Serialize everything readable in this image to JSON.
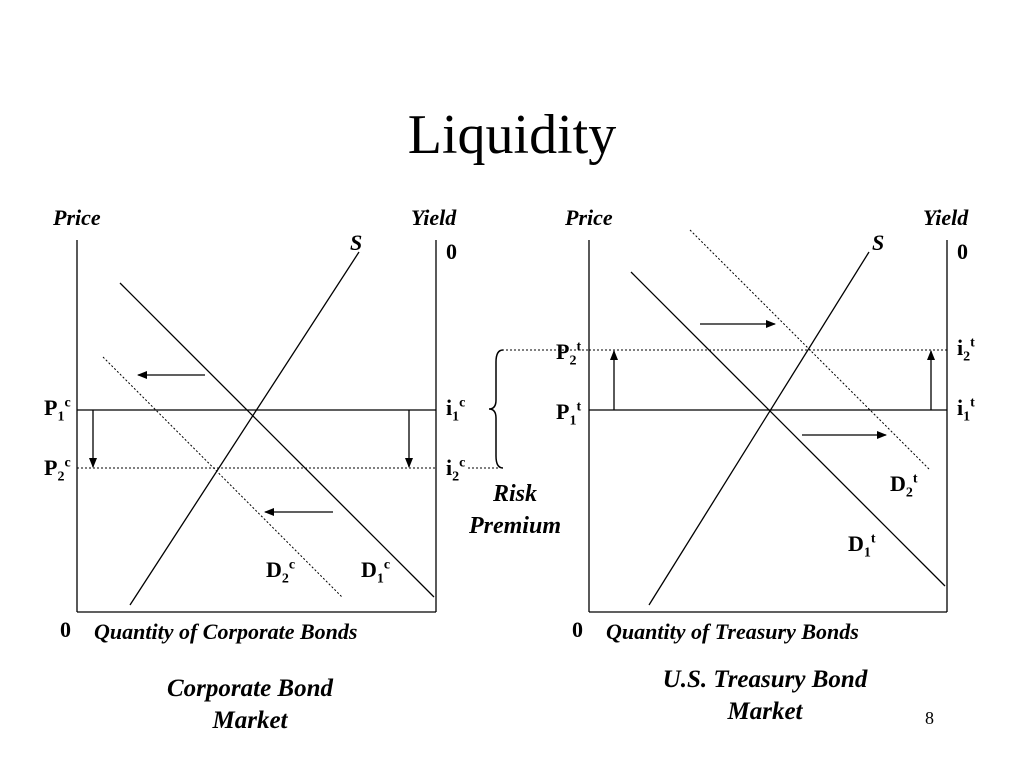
{
  "slide": {
    "title": "Liquidity",
    "page_number": "8"
  },
  "corporate": {
    "price_axis": "Price",
    "yield_axis": "Yield",
    "supply": "S",
    "yield_top": "0",
    "origin": "0",
    "x_axis": "Quantity of Corporate Bonds",
    "p1": {
      "base": "P",
      "sub": "1",
      "sup": "c"
    },
    "p2": {
      "base": "P",
      "sub": "2",
      "sup": "c"
    },
    "i1": {
      "base": "i",
      "sub": "1",
      "sup": "c"
    },
    "i2": {
      "base": "i",
      "sub": "2",
      "sup": "c"
    },
    "d1": {
      "base": "D",
      "sub": "1",
      "sup": "c"
    },
    "d2": {
      "base": "D",
      "sub": "2",
      "sup": "c"
    },
    "caption_line1": "Corporate Bond",
    "caption_line2": "Market"
  },
  "treasury": {
    "price_axis": "Price",
    "yield_axis": "Yield",
    "supply": "S",
    "yield_top": "0",
    "origin": "0",
    "x_axis": "Quantity of Treasury Bonds",
    "p1": {
      "base": "P",
      "sub": "1",
      "sup": "t"
    },
    "p2": {
      "base": "P",
      "sub": "2",
      "sup": "t"
    },
    "i1": {
      "base": "i",
      "sub": "1",
      "sup": "t"
    },
    "i2": {
      "base": "i",
      "sub": "2",
      "sup": "t"
    },
    "d1": {
      "base": "D",
      "sub": "1",
      "sup": "t"
    },
    "d2": {
      "base": "D",
      "sub": "2",
      "sup": "t"
    },
    "caption_line1": "U.S. Treasury Bond",
    "caption_line2": "Market"
  },
  "risk_premium": {
    "line1": "Risk",
    "line2": "Premium"
  }
}
